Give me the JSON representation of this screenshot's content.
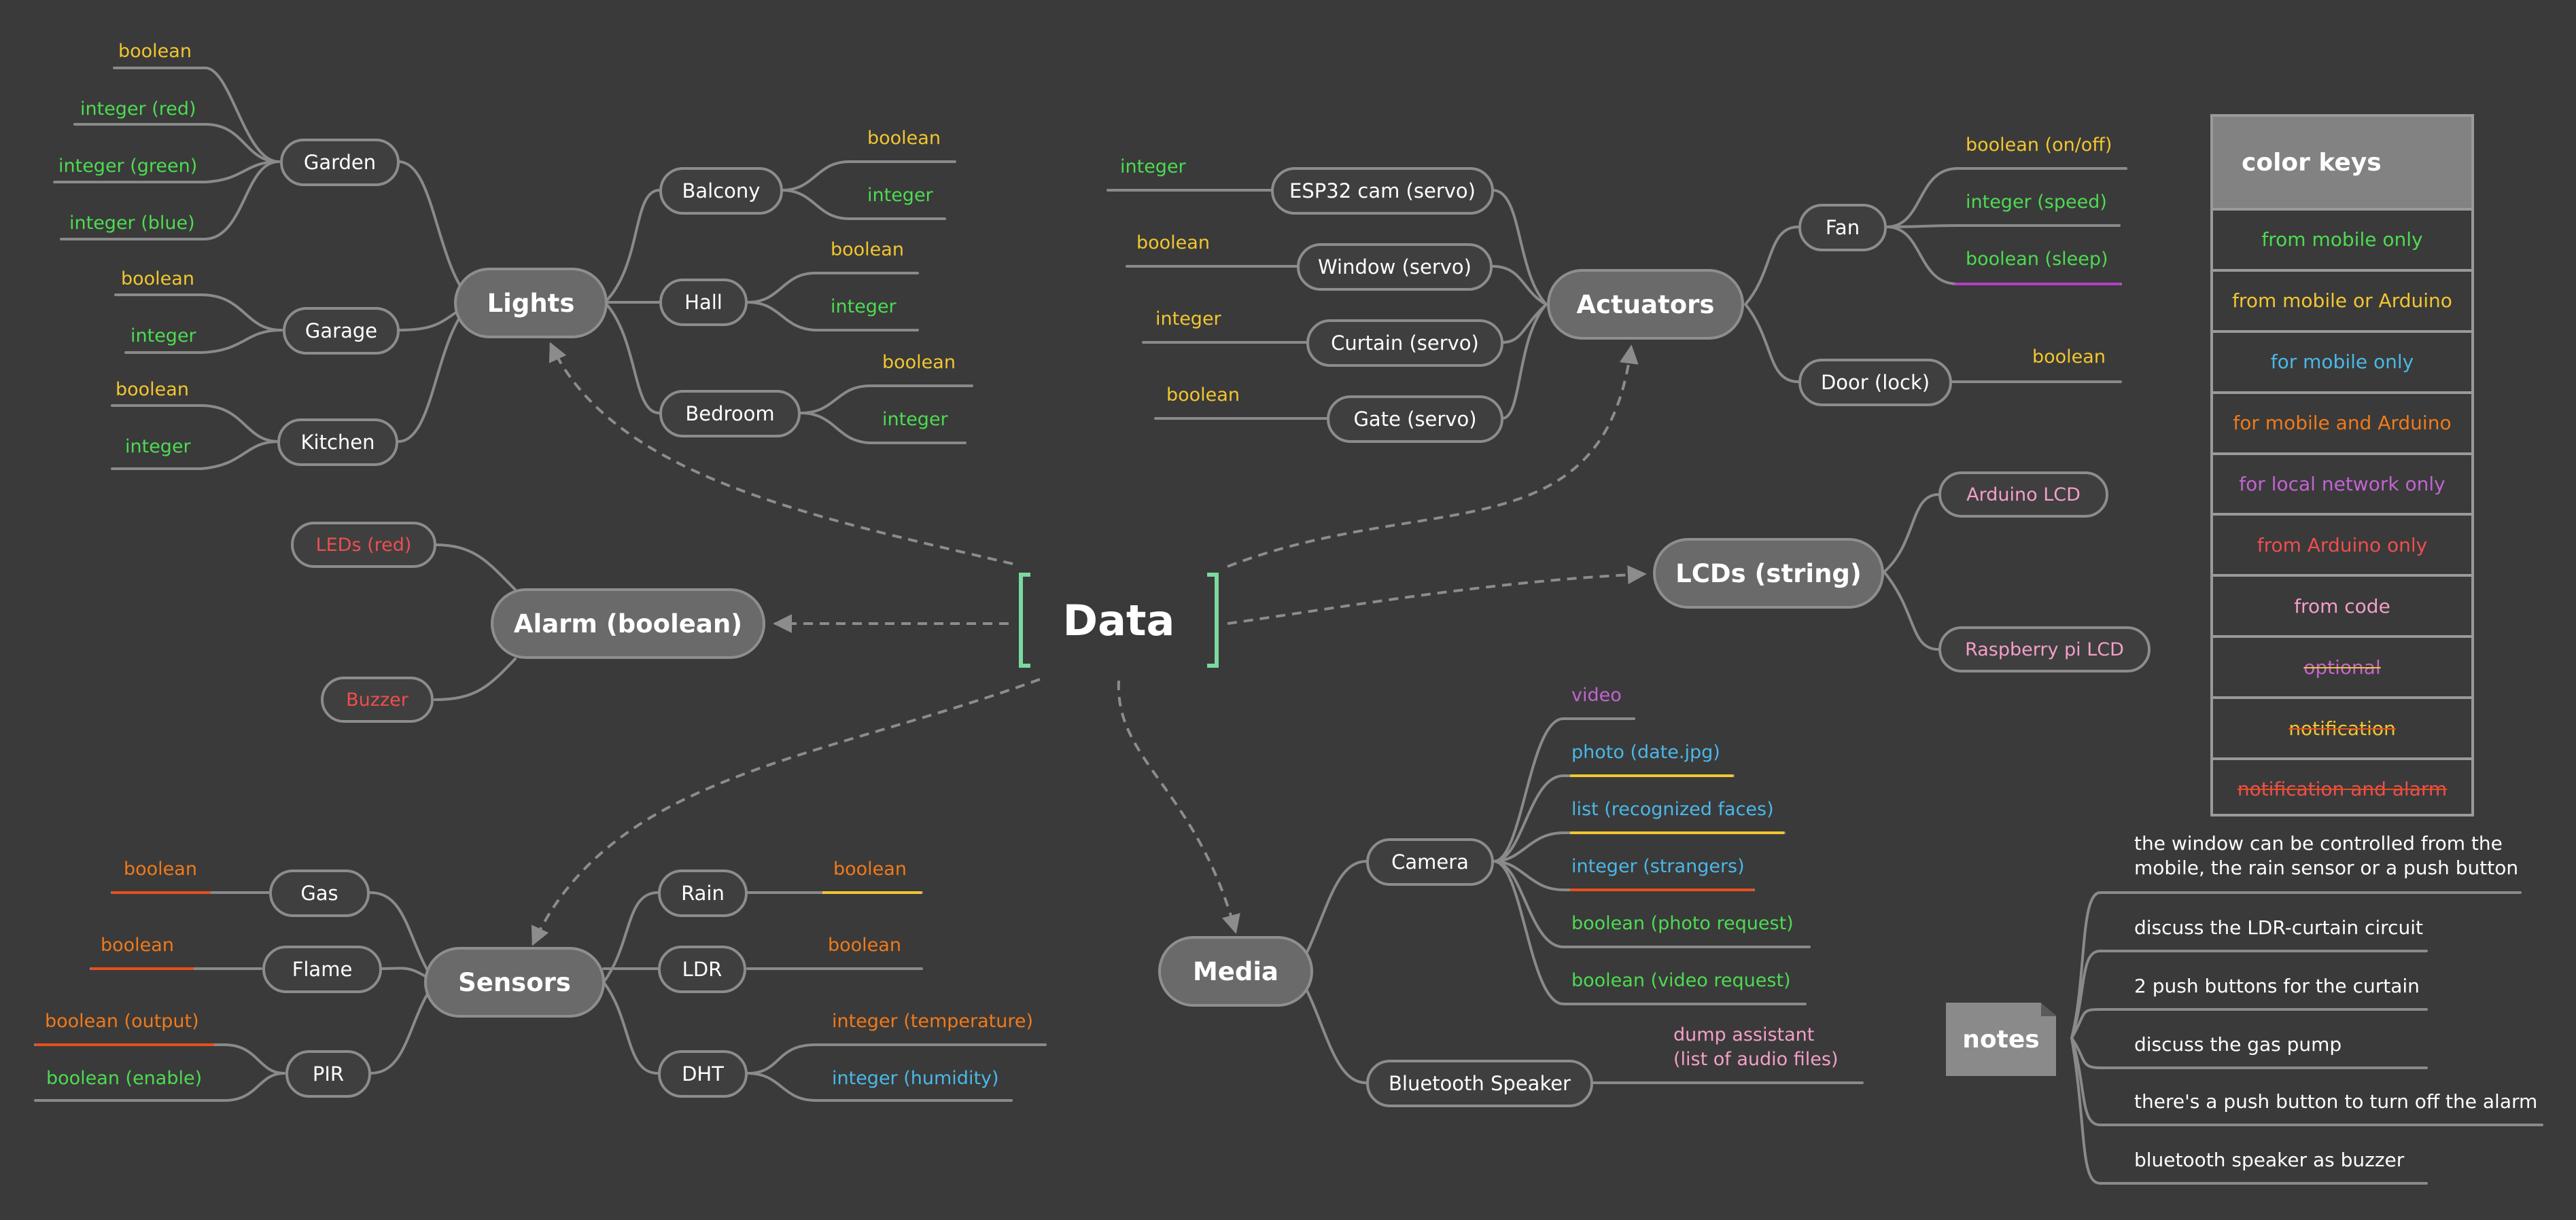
{
  "colors": {
    "background": "#3a3a3a",
    "green": "#4ddb52",
    "yellow": "#f2c630",
    "blue": "#4ab8e8",
    "orange": "#f07a1a",
    "purple": "#c264d2",
    "red": "#ef4e4e",
    "pink": "#f49fc9",
    "line": "#8a8a8a"
  },
  "central": {
    "label": "Data"
  },
  "branches": {
    "lights": {
      "label": "Lights",
      "garden": {
        "label": "Garden",
        "l1": "boolean",
        "l2": "integer (red)",
        "l3": "integer (green)",
        "l4": "integer (blue)"
      },
      "garage": {
        "label": "Garage",
        "l1": "boolean",
        "l2": "integer"
      },
      "kitchen": {
        "label": "Kitchen",
        "l1": "boolean",
        "l2": "integer"
      },
      "balcony": {
        "label": "Balcony",
        "l1": "boolean",
        "l2": "integer"
      },
      "hall": {
        "label": "Hall",
        "l1": "boolean",
        "l2": "integer"
      },
      "bedroom": {
        "label": "Bedroom",
        "l1": "boolean",
        "l2": "integer"
      }
    },
    "actuators": {
      "label": "Actuators",
      "esp32": {
        "label": "ESP32 cam (servo)",
        "leaf": "integer"
      },
      "window": {
        "label": "Window (servo)",
        "leaf": "boolean"
      },
      "curtain": {
        "label": "Curtain (servo)",
        "leaf": "integer"
      },
      "gate": {
        "label": "Gate (servo)",
        "leaf": "boolean"
      },
      "fan": {
        "label": "Fan",
        "l1": "boolean (on/off)",
        "l2": "integer (speed)",
        "l3": "boolean (sleep)"
      },
      "door": {
        "label": "Door (lock)",
        "leaf": "boolean"
      }
    },
    "alarm": {
      "label": "Alarm (boolean)",
      "leds": "LEDs (red)",
      "buzzer": "Buzzer"
    },
    "lcds": {
      "label": "LCDs (string)",
      "arduino": "Arduino LCD",
      "rpi": "Raspberry pi LCD"
    },
    "sensors": {
      "label": "Sensors",
      "gas": {
        "label": "Gas",
        "leaf": "boolean"
      },
      "flame": {
        "label": "Flame",
        "leaf": "boolean"
      },
      "pir": {
        "label": "PIR",
        "l1": "boolean (output)",
        "l2": "boolean (enable)"
      },
      "rain": {
        "label": "Rain",
        "leaf": "boolean"
      },
      "ldr": {
        "label": "LDR",
        "leaf": "boolean"
      },
      "dht": {
        "label": "DHT",
        "l1": "integer (temperature)",
        "l2": "integer (humidity)"
      }
    },
    "media": {
      "label": "Media",
      "camera": {
        "label": "Camera",
        "l1": "video",
        "l2": "photo (date.jpg)",
        "l3": "list (recognized faces)",
        "l4": "integer (strangers)",
        "l5": "boolean (photo request)",
        "l6": "boolean (video request)"
      },
      "speaker": {
        "label": "Bluetooth Speaker",
        "leaf": "dump assistant\n(list of audio files)"
      }
    }
  },
  "color_keys": {
    "title": "color keys",
    "items": [
      {
        "label": "from mobile only",
        "color": "#4ddb52"
      },
      {
        "label": "from mobile or Arduino",
        "color": "#f2c630"
      },
      {
        "label": "for mobile only",
        "color": "#4ab8e8"
      },
      {
        "label": "for mobile and Arduino",
        "color": "#f07a1a"
      },
      {
        "label": "for local network only",
        "color": "#c264d2"
      },
      {
        "label": "from Arduino only",
        "color": "#ef4e4e"
      },
      {
        "label": "from code",
        "color": "#f49fc9"
      },
      {
        "label": "optional",
        "color": "#c264d2"
      },
      {
        "label": "notification",
        "color": "#f2c630"
      },
      {
        "label": "notification and alarm",
        "color": "#ef4e4e"
      }
    ]
  },
  "notes": {
    "title": "notes",
    "items": [
      "the window can be controlled from the\nmobile, the rain sensor or a push button",
      "discuss the LDR-curtain circuit",
      "2 push buttons for the curtain",
      "discuss the gas pump",
      "there's a push button to turn off the alarm",
      "bluetooth speaker as buzzer"
    ]
  }
}
